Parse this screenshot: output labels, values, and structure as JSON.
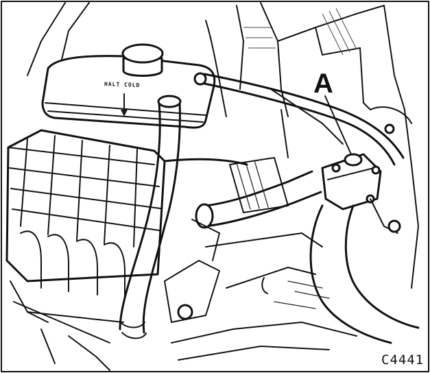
{
  "figure": {
    "callout_label": "A",
    "tank_marking": "HALT COLD",
    "figure_reference": "C4441"
  }
}
